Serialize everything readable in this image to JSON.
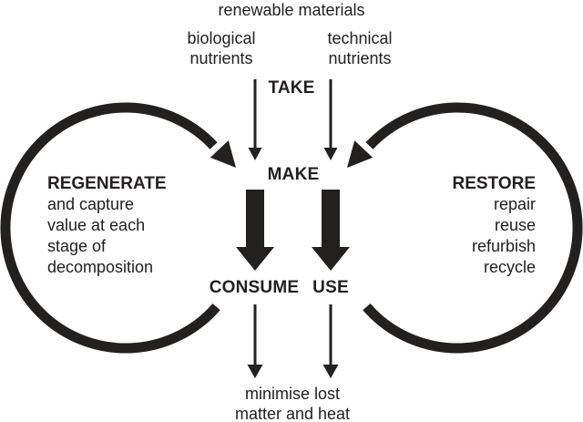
{
  "diagram": {
    "background_color": "#ffffff",
    "ink_color": "#232020",
    "top": {
      "renewable": "renewable materials",
      "biological_line1": "biological",
      "biological_line2": "nutrients",
      "technical_line1": "technical",
      "technical_line2": "nutrients"
    },
    "stages": {
      "take": "TAKE",
      "make": "MAKE",
      "consume": "CONSUME",
      "use": "USE"
    },
    "left_loop": {
      "title": "REGENERATE",
      "line1": "and capture",
      "line2": "value at each",
      "line3": "stage of",
      "line4": "decomposition"
    },
    "right_loop": {
      "title": "RESTORE",
      "line1": "repair",
      "line2": "reuse",
      "line3": "refurbish",
      "line4": "recycle"
    },
    "bottom": {
      "line1": "minimise lost",
      "line2": "matter and heat"
    }
  }
}
